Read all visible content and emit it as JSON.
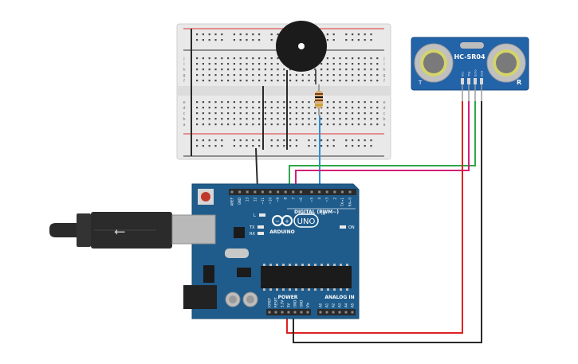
{
  "sensor": {
    "model": "HC-SR04",
    "corner_left": "T",
    "corner_right": "R",
    "pins": [
      "Vcc",
      "Trig",
      "Echo",
      "Gnd"
    ]
  },
  "arduino": {
    "brand": "ARDUINO",
    "model": "UNO",
    "tm": "TM",
    "digital_label": "DIGITAL (PWM~)",
    "power_label": "POWER",
    "analog_label": "ANALOG IN",
    "on_label": "ON",
    "led_l": "L",
    "led_tx": "TX",
    "led_rx": "RX",
    "top_pins": [
      "AREF",
      "GND",
      "13",
      "12",
      "~11",
      "~10",
      "~9",
      "8",
      "7",
      "~6",
      "~5",
      "4",
      "~3",
      "2",
      "TX→1",
      "RX←0"
    ],
    "power_pins": [
      "IOREF",
      "RESET",
      "3.3V",
      "5V",
      "GND",
      "GND",
      "Vin"
    ],
    "analog_pins": [
      "A0",
      "A1",
      "A2",
      "A3",
      "A4",
      "A5"
    ]
  },
  "breadboard": {
    "row_letters": [
      "a",
      "b",
      "c",
      "d",
      "e",
      "f",
      "g",
      "h",
      "i",
      "j"
    ]
  },
  "colors": {
    "board_blue": "#1f5c8c",
    "wire_red": "#e02020",
    "wire_green": "#2da84a",
    "wire_magenta": "#d0207a",
    "wire_blue": "#2f8fd8",
    "wire_black": "#2a2a2a"
  }
}
